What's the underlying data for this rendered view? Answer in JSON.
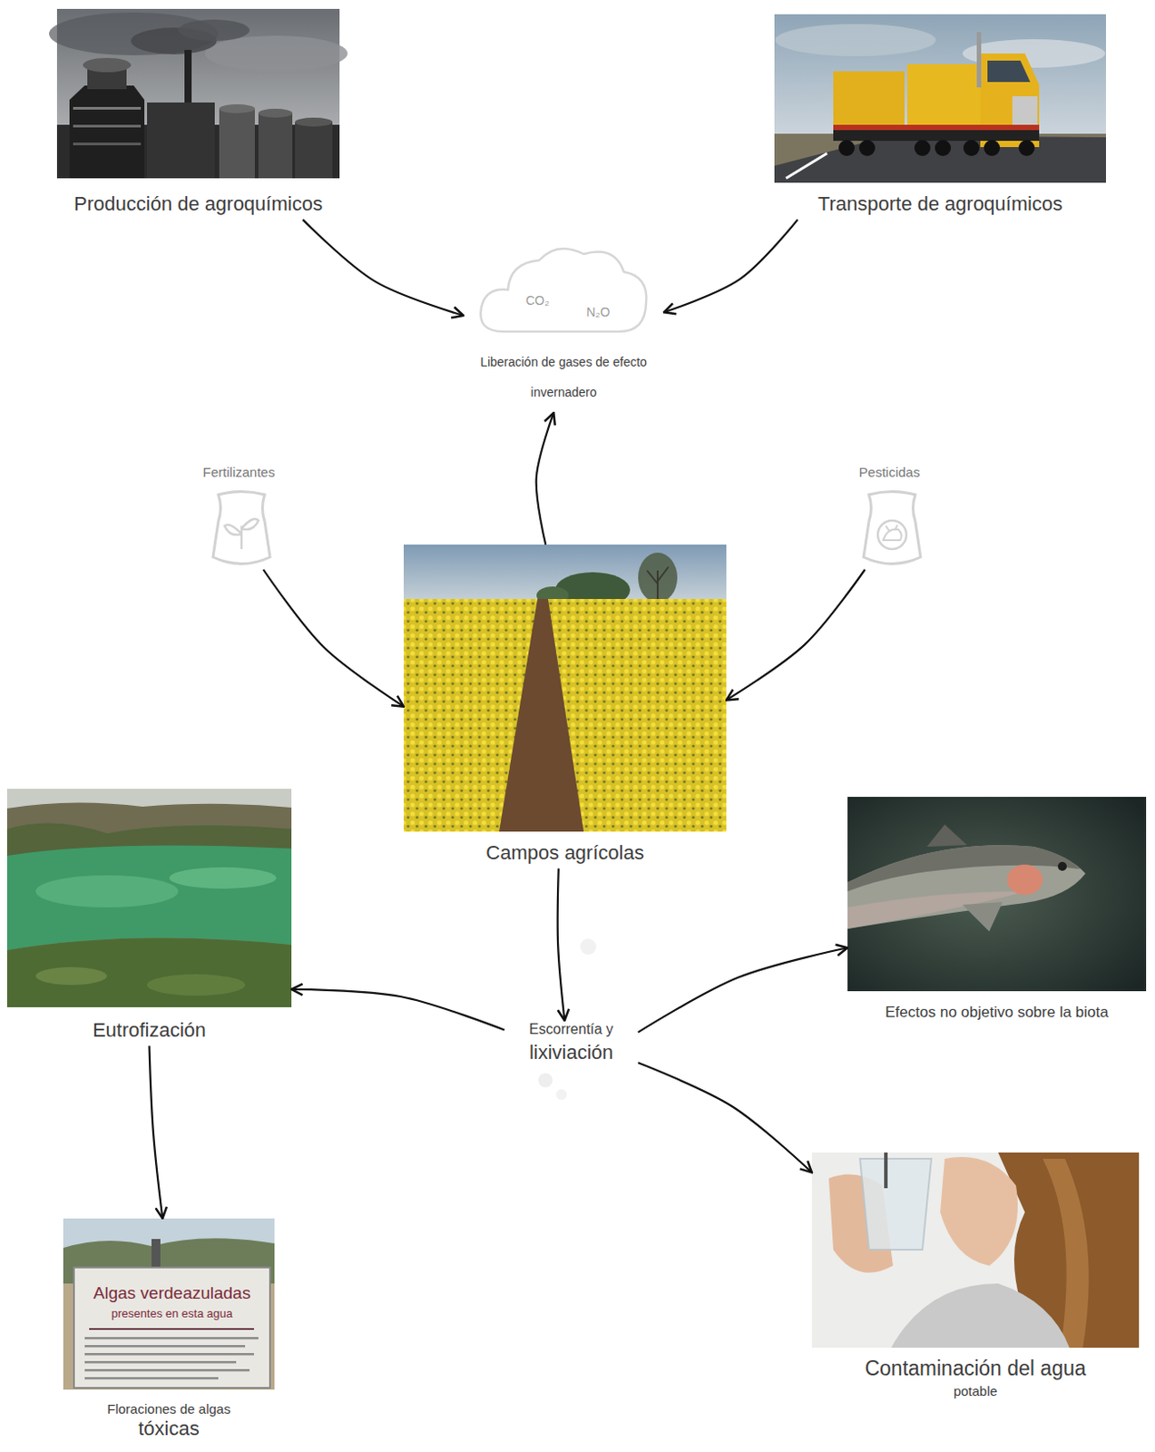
{
  "diagram": {
    "nodes": [
      {
        "text": [
          "Producción de agroquímicos"
        ]
      },
      {
        "text": [
          "Transporte de agroquímicos"
        ]
      },
      {
        "text": [
          "CO₂",
          "N₂O",
          "Liberación de gases de efecto invernadero"
        ]
      },
      {
        "text": [
          "Fertilizantes"
        ]
      },
      {
        "text": [
          "Pesticidas"
        ]
      },
      {
        "text": [
          "Campos agrícolas"
        ]
      },
      {
        "text": [
          "Eutrofización"
        ]
      },
      {
        "text": [
          "Escorrentía y",
          "lixiviación"
        ]
      },
      {
        "text": [
          "Efectos no objetivo sobre la biota"
        ]
      },
      {
        "text": [
          "Floraciones de algas",
          "tóxicas"
        ]
      },
      {
        "text": [
          "Contaminación del agua",
          "potable"
        ]
      }
    ],
    "edges": [
      {
        "from": 0,
        "to": 2,
        "arrow": "to"
      },
      {
        "from": 1,
        "to": 2,
        "arrow": "to"
      },
      {
        "from": 5,
        "to": 2,
        "arrow": "to"
      },
      {
        "from": 3,
        "to": 5,
        "arrow": "to"
      },
      {
        "from": 4,
        "to": 5,
        "arrow": "to"
      },
      {
        "from": 5,
        "to": 7,
        "arrow": "to"
      },
      {
        "from": 7,
        "to": 6,
        "arrow": "to"
      },
      {
        "from": 7,
        "to": 8,
        "arrow": "to"
      },
      {
        "from": 7,
        "to": 10,
        "arrow": "to"
      },
      {
        "from": 6,
        "to": 9,
        "arrow": "to"
      }
    ],
    "labels": [
      "Algas verdeazuladas",
      "presentes en esta agua"
    ]
  }
}
